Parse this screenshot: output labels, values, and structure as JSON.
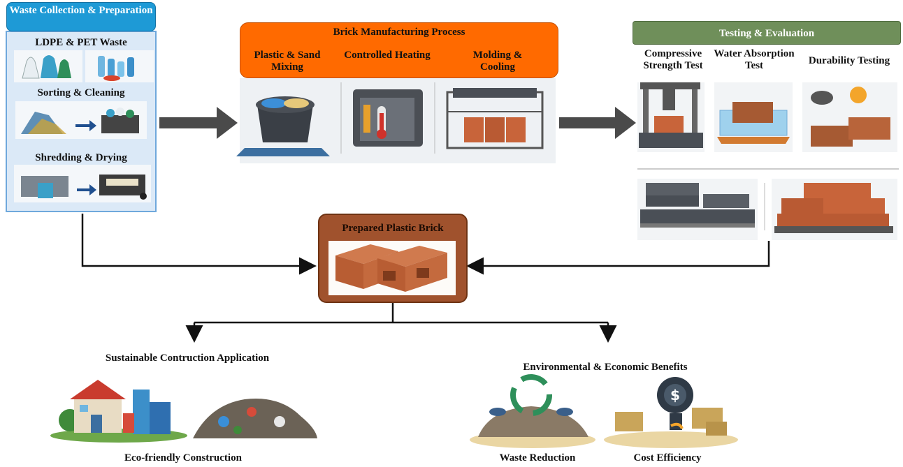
{
  "waste_collection": {
    "title": "Waste Collection & Preparation",
    "step1": "LDPE & PET Waste",
    "step2": "Sorting & Cleaning",
    "step3": "Shredding & Drying"
  },
  "manufacturing": {
    "title": "Brick Manufacturing Process",
    "step1": "Plastic & Sand Mixing",
    "step2": "Controlled Heating",
    "step3": "Molding & Cooling"
  },
  "testing": {
    "title": "Testing & Evaluation",
    "test1": "Compressive Strength Test",
    "test2": "Water Absorption Test",
    "test3": "Durability Testing"
  },
  "prepared_brick": {
    "title": "Prepared Plastic Brick"
  },
  "applications": {
    "left_title": "Sustainable Contruction Application",
    "left_caption": "Eco-friendly Construction",
    "right_title": "Environmental & Economic Benefits",
    "right_caption1": "Waste Reduction",
    "right_caption2": "Cost Efficiency"
  },
  "colors": {
    "blue_header": "#1e9ad6",
    "orange_header": "#ff6a00",
    "green_header": "#6f8f5a",
    "brown_box": "#a0522d",
    "brick": "#c8643a",
    "arrow_gray": "#4a4a4a"
  }
}
